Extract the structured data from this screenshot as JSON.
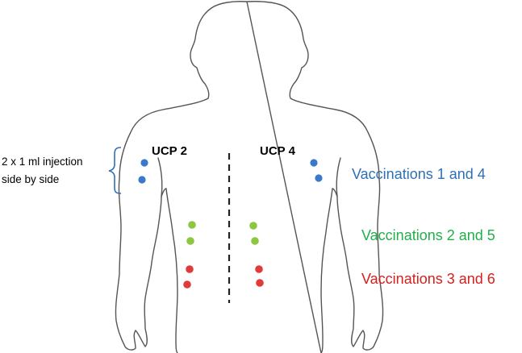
{
  "annotation": {
    "line1": "2 x 1 ml injection",
    "line2": "side by side"
  },
  "sites": {
    "left": "UCP 2",
    "right": "UCP 4"
  },
  "legend": [
    {
      "text": "Vaccinations 1 and 4",
      "color": "#2F6FB5"
    },
    {
      "text": "Vaccinations 2 and 5",
      "color": "#22AF4B"
    },
    {
      "text": "Vaccinations 3 and 6",
      "color": "#D51F1F"
    }
  ],
  "colors": {
    "outline": "#555555",
    "bracket": "#2F6FB5",
    "dot_blue": "#3A78C9",
    "dot_green": "#8DC63F",
    "dot_red": "#E03A3A"
  }
}
